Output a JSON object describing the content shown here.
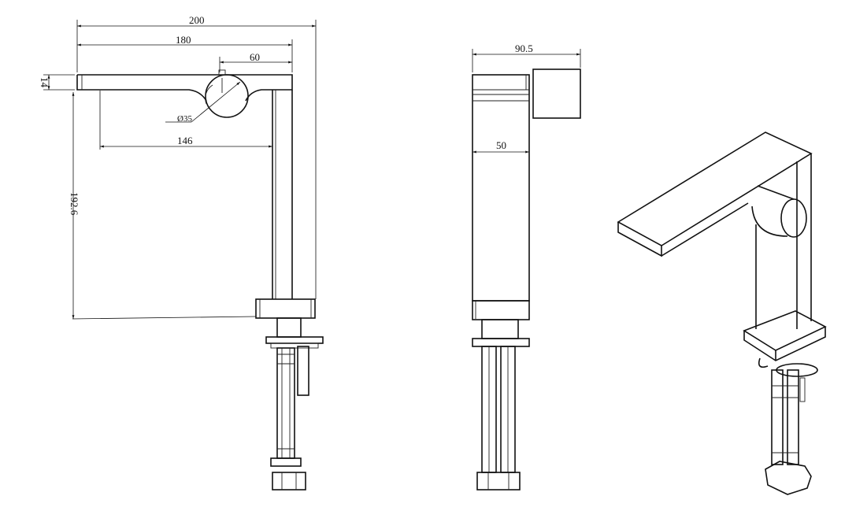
{
  "drawing": {
    "front_view": {
      "dimensions": {
        "overall_length": "200",
        "spout_length": "180",
        "handle_offset": "60",
        "spout_thickness": "14",
        "handle_diameter": "Ø35",
        "spout_reach": "146",
        "spout_height": "192.6"
      }
    },
    "side_view": {
      "dimensions": {
        "overall_depth": "90.5",
        "body_width": "50"
      }
    }
  }
}
